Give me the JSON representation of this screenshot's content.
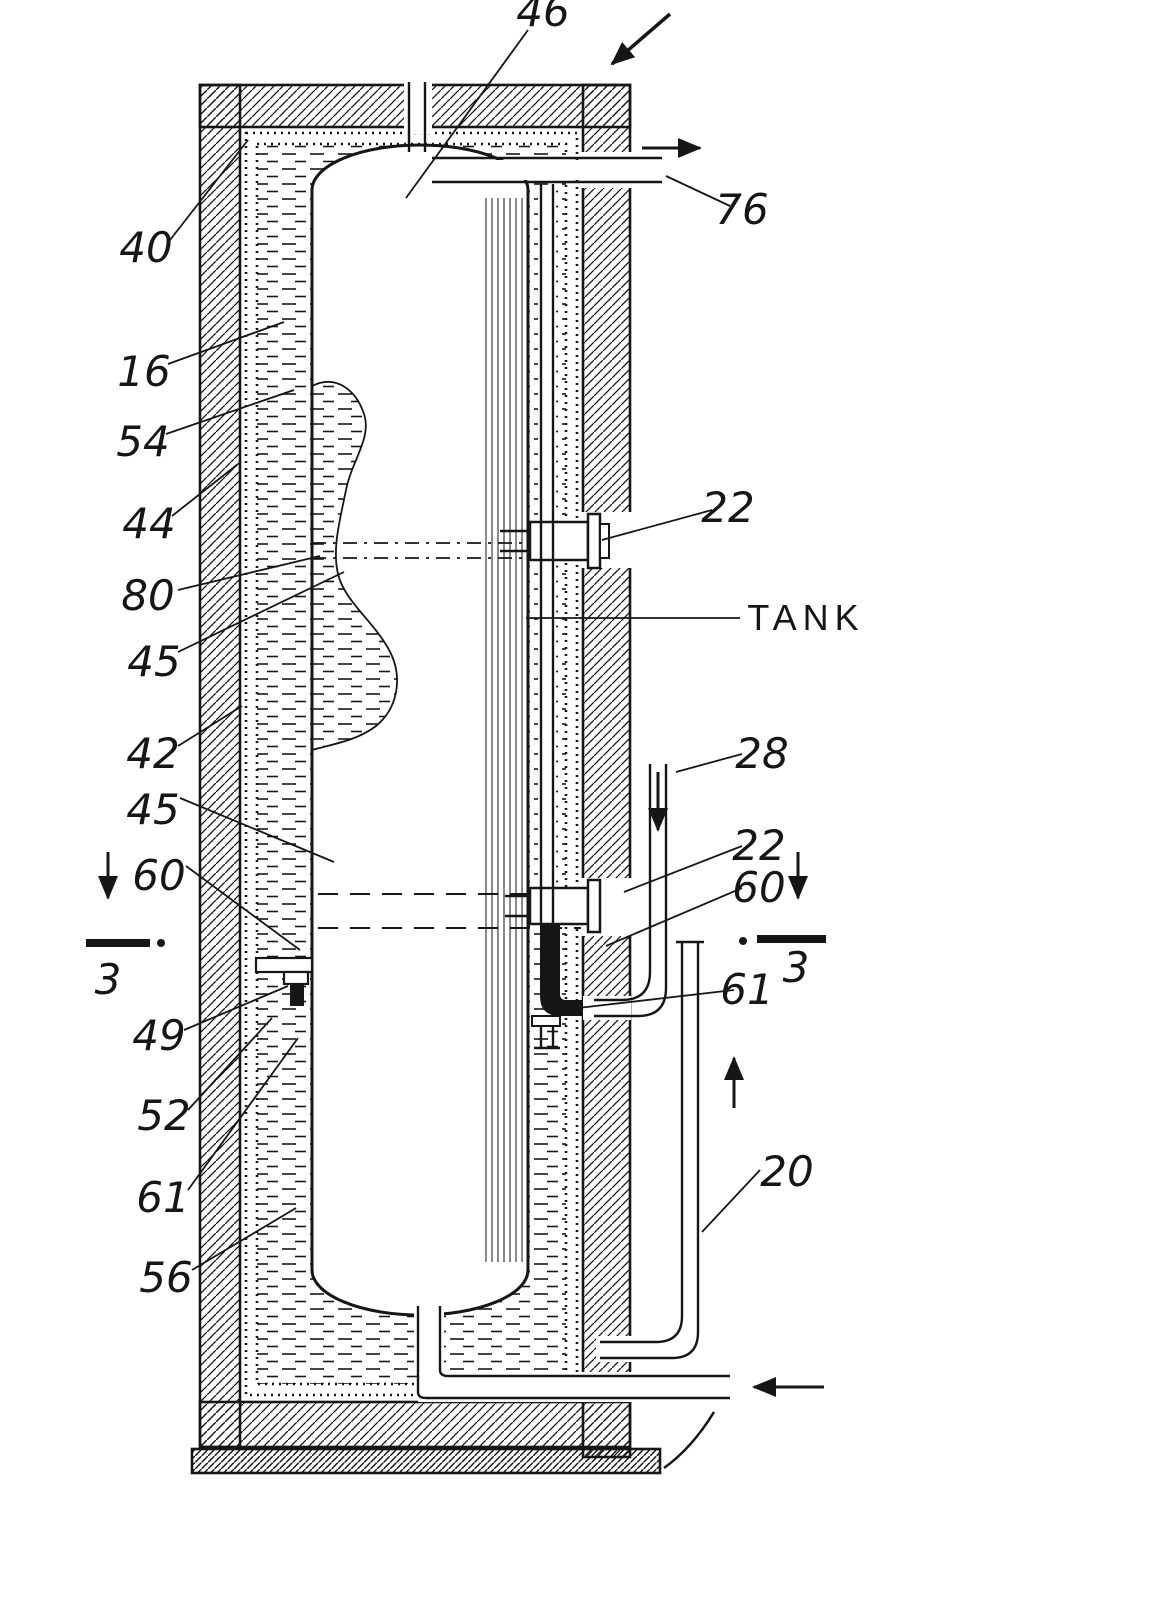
{
  "figure": {
    "type": "patent-drawing",
    "description": "Sectional view of an insulated water heater tank with inlet and outlet piping",
    "background_color": "#ffffff",
    "ink_color": "#161616",
    "labels": {
      "ref46": "46",
      "ref40": "40",
      "ref16": "16",
      "ref54": "54",
      "ref44": "44",
      "ref80": "80",
      "ref45_upper": "45",
      "ref42": "42",
      "ref45_lower": "45",
      "ref60_left": "60",
      "section_left": "3",
      "ref49": "49",
      "ref52": "52",
      "ref61_left": "61",
      "ref56": "56",
      "ref76": "76",
      "ref22_upper": "22",
      "tank": "TANK",
      "ref28": "28",
      "ref22_lower": "22",
      "ref60_right": "60",
      "ref61_right": "61",
      "section_right": "3",
      "ref20": "20"
    }
  }
}
